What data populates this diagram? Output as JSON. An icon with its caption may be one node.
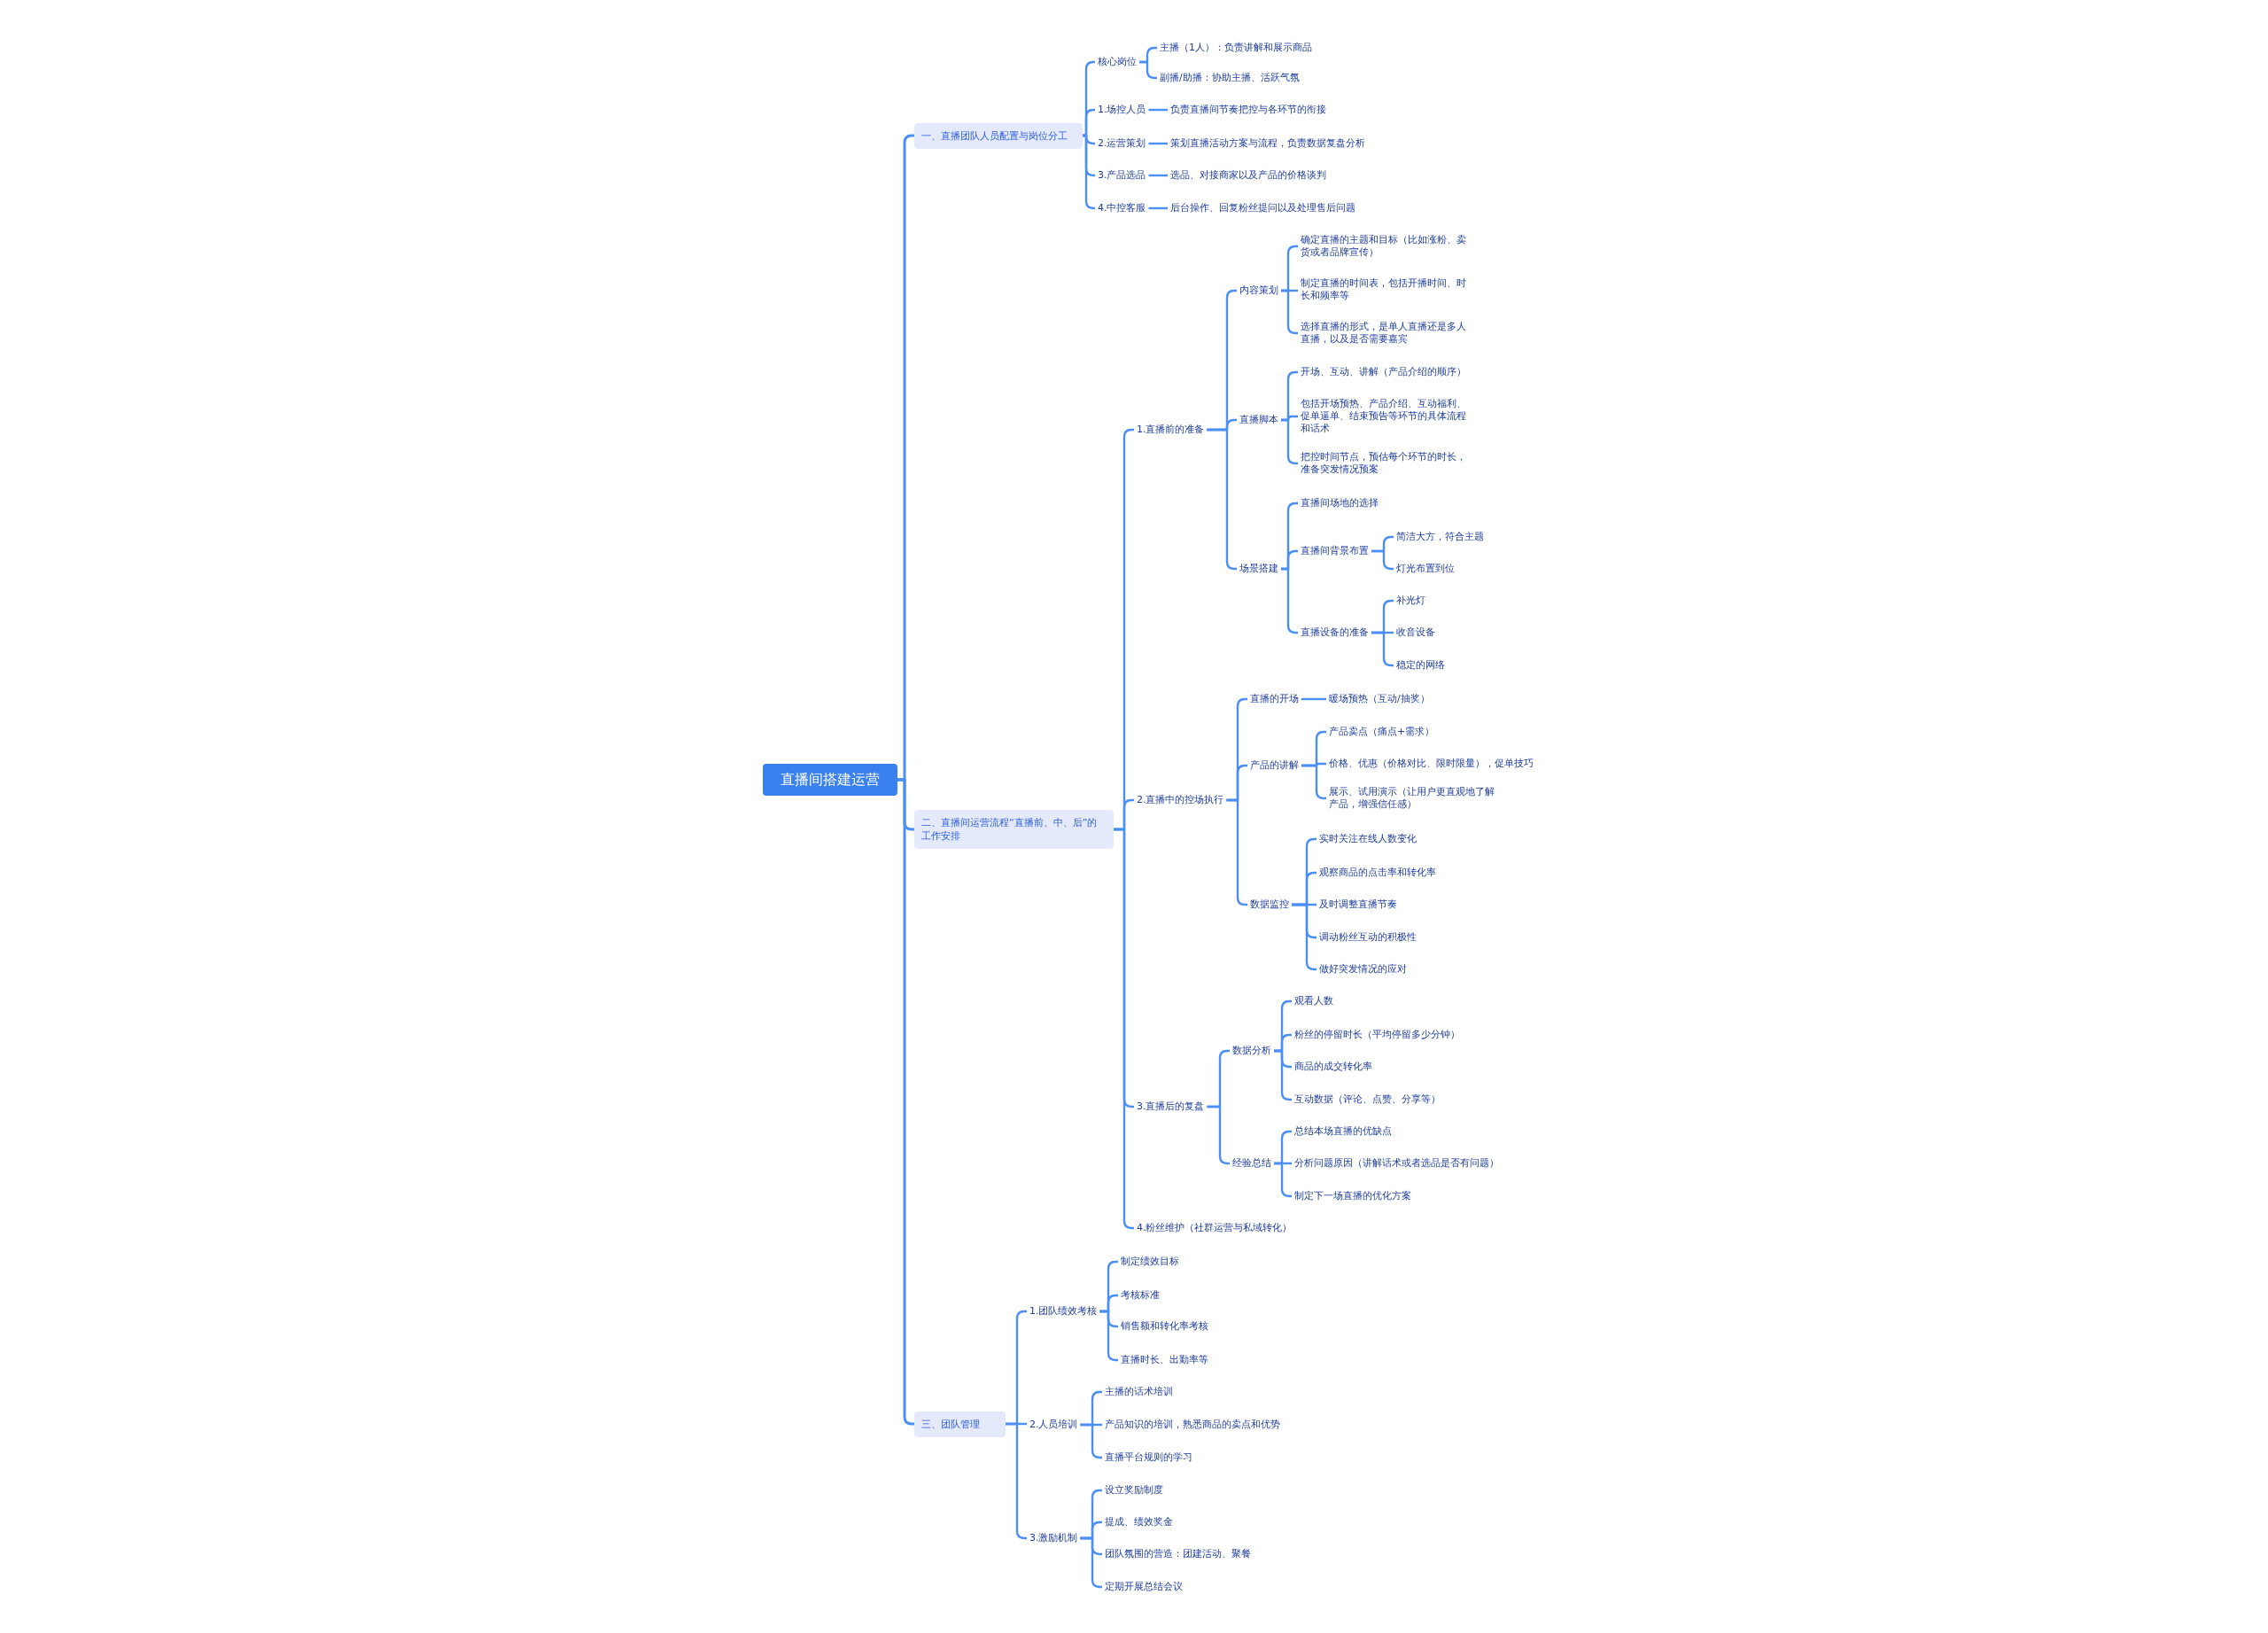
{
  "diagram": {
    "nodes": [
      {
        "text": [
          "直播间搭建运营"
        ]
      },
      {
        "text": [
          "一、直播团队人员配置与岗位分工"
        ]
      },
      {
        "text": [
          "核心岗位"
        ]
      },
      {
        "text": [
          "主播（1人）：负责讲解和展示商品"
        ]
      },
      {
        "text": [
          "副播/助播：协助主播、活跃气氛"
        ]
      },
      {
        "text": [
          "1.场控人员"
        ]
      },
      {
        "text": [
          "负责直播间节奏把控与各环节的衔接"
        ]
      },
      {
        "text": [
          "2.运营策划"
        ]
      },
      {
        "text": [
          "策划直播活动方案与流程，负责数据复盘分析"
        ]
      },
      {
        "text": [
          "3.产品选品"
        ]
      },
      {
        "text": [
          "选品、对接商家以及产品的价格谈判"
        ]
      },
      {
        "text": [
          "4.中控客服"
        ]
      },
      {
        "text": [
          "后台操作、回复粉丝提问以及处理售后问题"
        ]
      },
      {
        "text": [
          "二、直播间运营流程“直播前、中、后”的工作安排"
        ]
      },
      {
        "text": [
          "1.直播前的准备"
        ]
      },
      {
        "text": [
          "内容策划"
        ]
      },
      {
        "text": [
          "确定直播的主题和目标（比如涨粉、卖货或者品牌宣传）"
        ]
      },
      {
        "text": [
          "制定直播的时间表，包括开播时间、时长和频率等"
        ]
      },
      {
        "text": [
          "选择直播的形式，是单人直播还是多人直播，以及是否需要嘉宾"
        ]
      },
      {
        "text": [
          "直播脚本"
        ]
      },
      {
        "text": [
          "开场、互动、讲解（产品介绍的顺序）"
        ]
      },
      {
        "text": [
          "包括开场预热、产品介绍、互动福利、促单逼单、结束预告等环节的具体流程和话术"
        ]
      },
      {
        "text": [
          "把控时间节点，预估每个环节的时长，准备突发情况预案"
        ]
      },
      {
        "text": [
          "场景搭建"
        ]
      },
      {
        "text": [
          "直播间场地的选择"
        ]
      },
      {
        "text": [
          "直播间背景布置"
        ]
      },
      {
        "text": [
          "简洁大方，符合主题"
        ]
      },
      {
        "text": [
          "灯光布置到位"
        ]
      },
      {
        "text": [
          "直播设备的准备"
        ]
      },
      {
        "text": [
          "补光灯"
        ]
      },
      {
        "text": [
          "收音设备"
        ]
      },
      {
        "text": [
          "稳定的网络"
        ]
      },
      {
        "text": [
          "2.直播中的控场执行"
        ]
      },
      {
        "text": [
          "直播的开场"
        ]
      },
      {
        "text": [
          "暖场预热（互动/抽奖）"
        ]
      },
      {
        "text": [
          "产品的讲解"
        ]
      },
      {
        "text": [
          "产品卖点（痛点+需求）"
        ]
      },
      {
        "text": [
          "价格、优惠（价格对比、限时限量），促单技巧"
        ]
      },
      {
        "text": [
          "展示、试用演示（让用户更直观地了解产品，增强信任感）"
        ]
      },
      {
        "text": [
          "数据监控"
        ]
      },
      {
        "text": [
          "实时关注在线人数变化"
        ]
      },
      {
        "text": [
          "观察商品的点击率和转化率"
        ]
      },
      {
        "text": [
          "及时调整直播节奏"
        ]
      },
      {
        "text": [
          "调动粉丝互动的积极性"
        ]
      },
      {
        "text": [
          "做好突发情况的应对"
        ]
      },
      {
        "text": [
          "3.直播后的复盘"
        ]
      },
      {
        "text": [
          "数据分析"
        ]
      },
      {
        "text": [
          "观看人数"
        ]
      },
      {
        "text": [
          "粉丝的停留时长（平均停留多少分钟）"
        ]
      },
      {
        "text": [
          "商品的成交转化率"
        ]
      },
      {
        "text": [
          "互动数据（评论、点赞、分享等）"
        ]
      },
      {
        "text": [
          "经验总结"
        ]
      },
      {
        "text": [
          "总结本场直播的优缺点"
        ]
      },
      {
        "text": [
          "分析问题原因（讲解话术或者选品是否有问题）"
        ]
      },
      {
        "text": [
          "制定下一场直播的优化方案"
        ]
      },
      {
        "text": [
          "4.粉丝维护（社群运营与私域转化）"
        ]
      },
      {
        "text": [
          "三、团队管理"
        ]
      },
      {
        "text": [
          "1.团队绩效考核"
        ]
      },
      {
        "text": [
          "制定绩效目标"
        ]
      },
      {
        "text": [
          "考核标准"
        ]
      },
      {
        "text": [
          "销售额和转化率考核"
        ]
      },
      {
        "text": [
          "直播时长、出勤率等"
        ]
      },
      {
        "text": [
          "2.人员培训"
        ]
      },
      {
        "text": [
          "主播的话术培训"
        ]
      },
      {
        "text": [
          "产品知识的培训，熟悉商品的卖点和优势"
        ]
      },
      {
        "text": [
          "直播平台规则的学习"
        ]
      },
      {
        "text": [
          "3.激励机制"
        ]
      },
      {
        "text": [
          "设立奖励制度"
        ]
      },
      {
        "text": [
          "提成、绩效奖金"
        ]
      },
      {
        "text": [
          "团队氛围的营造：团建活动、聚餐"
        ]
      },
      {
        "text": [
          "定期开展总结会议"
        ]
      }
    ],
    "edges": [
      {
        "from": 0,
        "to": 1,
        "arrow": "none"
      },
      {
        "from": 0,
        "to": 13,
        "arrow": "none"
      },
      {
        "from": 0,
        "to": 56,
        "arrow": "none"
      },
      {
        "from": 1,
        "to": 2,
        "arrow": "none"
      },
      {
        "from": 1,
        "to": 5,
        "arrow": "none"
      },
      {
        "from": 1,
        "to": 7,
        "arrow": "none"
      },
      {
        "from": 1,
        "to": 9,
        "arrow": "none"
      },
      {
        "from": 1,
        "to": 11,
        "arrow": "none"
      },
      {
        "from": 2,
        "to": 3,
        "arrow": "none"
      },
      {
        "from": 2,
        "to": 4,
        "arrow": "none"
      },
      {
        "from": 5,
        "to": 6,
        "arrow": "none"
      },
      {
        "from": 7,
        "to": 8,
        "arrow": "none"
      },
      {
        "from": 9,
        "to": 10,
        "arrow": "none"
      },
      {
        "from": 11,
        "to": 12,
        "arrow": "none"
      },
      {
        "from": 13,
        "to": 14,
        "arrow": "none"
      },
      {
        "from": 13,
        "to": 32,
        "arrow": "none"
      },
      {
        "from": 13,
        "to": 45,
        "arrow": "none"
      },
      {
        "from": 13,
        "to": 55,
        "arrow": "none"
      },
      {
        "from": 14,
        "to": 15,
        "arrow": "none"
      },
      {
        "from": 14,
        "to": 19,
        "arrow": "none"
      },
      {
        "from": 14,
        "to": 23,
        "arrow": "none"
      },
      {
        "from": 15,
        "to": 16,
        "arrow": "none"
      },
      {
        "from": 15,
        "to": 17,
        "arrow": "none"
      },
      {
        "from": 15,
        "to": 18,
        "arrow": "none"
      },
      {
        "from": 19,
        "to": 20,
        "arrow": "none"
      },
      {
        "from": 19,
        "to": 21,
        "arrow": "none"
      },
      {
        "from": 19,
        "to": 22,
        "arrow": "none"
      },
      {
        "from": 23,
        "to": 24,
        "arrow": "none"
      },
      {
        "from": 23,
        "to": 25,
        "arrow": "none"
      },
      {
        "from": 23,
        "to": 28,
        "arrow": "none"
      },
      {
        "from": 25,
        "to": 26,
        "arrow": "none"
      },
      {
        "from": 25,
        "to": 27,
        "arrow": "none"
      },
      {
        "from": 28,
        "to": 29,
        "arrow": "none"
      },
      {
        "from": 28,
        "to": 30,
        "arrow": "none"
      },
      {
        "from": 28,
        "to": 31,
        "arrow": "none"
      },
      {
        "from": 32,
        "to": 33,
        "arrow": "none"
      },
      {
        "from": 32,
        "to": 35,
        "arrow": "none"
      },
      {
        "from": 32,
        "to": 39,
        "arrow": "none"
      },
      {
        "from": 33,
        "to": 34,
        "arrow": "none"
      },
      {
        "from": 35,
        "to": 36,
        "arrow": "none"
      },
      {
        "from": 35,
        "to": 37,
        "arrow": "none"
      },
      {
        "from": 35,
        "to": 38,
        "arrow": "none"
      },
      {
        "from": 39,
        "to": 40,
        "arrow": "none"
      },
      {
        "from": 39,
        "to": 41,
        "arrow": "none"
      },
      {
        "from": 39,
        "to": 42,
        "arrow": "none"
      },
      {
        "from": 39,
        "to": 43,
        "arrow": "none"
      },
      {
        "from": 39,
        "to": 44,
        "arrow": "none"
      },
      {
        "from": 45,
        "to": 46,
        "arrow": "none"
      },
      {
        "from": 45,
        "to": 51,
        "arrow": "none"
      },
      {
        "from": 46,
        "to": 47,
        "arrow": "none"
      },
      {
        "from": 46,
        "to": 48,
        "arrow": "none"
      },
      {
        "from": 46,
        "to": 49,
        "arrow": "none"
      },
      {
        "from": 46,
        "to": 50,
        "arrow": "none"
      },
      {
        "from": 51,
        "to": 52,
        "arrow": "none"
      },
      {
        "from": 51,
        "to": 53,
        "arrow": "none"
      },
      {
        "from": 51,
        "to": 54,
        "arrow": "none"
      },
      {
        "from": 56,
        "to": 57,
        "arrow": "none"
      },
      {
        "from": 56,
        "to": 62,
        "arrow": "none"
      },
      {
        "from": 56,
        "to": 66,
        "arrow": "none"
      },
      {
        "from": 57,
        "to": 58,
        "arrow": "none"
      },
      {
        "from": 57,
        "to": 59,
        "arrow": "none"
      },
      {
        "from": 57,
        "to": 60,
        "arrow": "none"
      },
      {
        "from": 57,
        "to": 61,
        "arrow": "none"
      },
      {
        "from": 62,
        "to": 63,
        "arrow": "none"
      },
      {
        "from": 62,
        "to": 64,
        "arrow": "none"
      },
      {
        "from": 62,
        "to": 65,
        "arrow": "none"
      },
      {
        "from": 66,
        "to": 67,
        "arrow": "none"
      },
      {
        "from": 66,
        "to": 68,
        "arrow": "none"
      },
      {
        "from": 66,
        "to": 69,
        "arrow": "none"
      },
      {
        "from": 66,
        "to": 70,
        "arrow": "none"
      }
    ]
  }
}
